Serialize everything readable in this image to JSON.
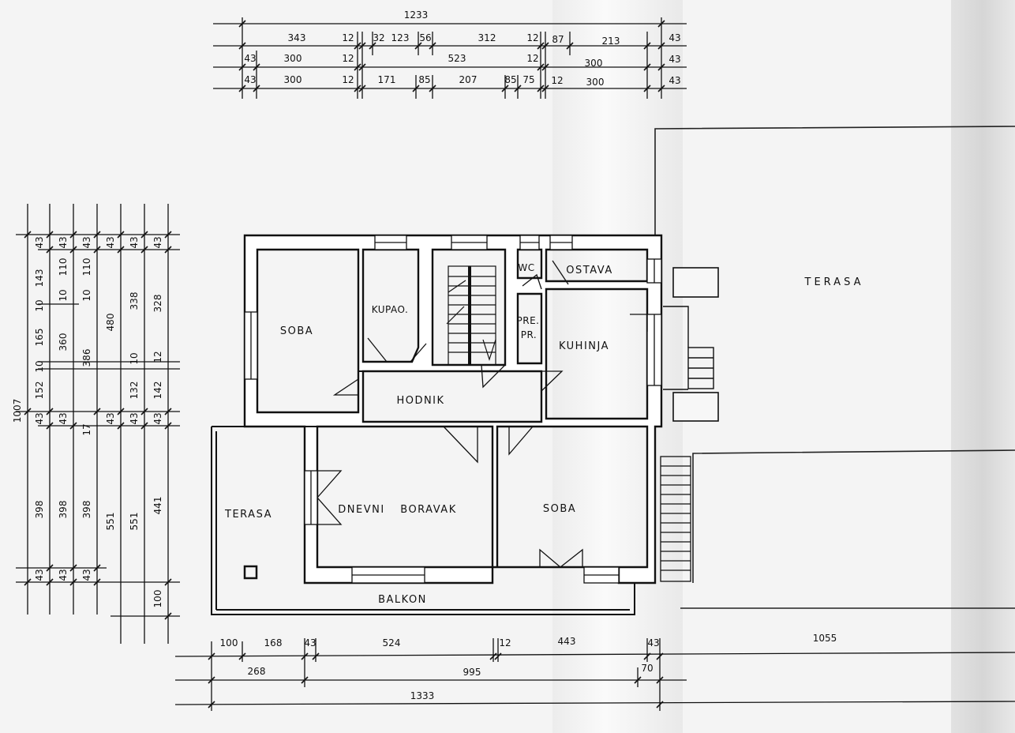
{
  "top_dimensions": {
    "overall": "1233",
    "row1": [
      "343",
      "12",
      "32",
      "123",
      "56",
      "312",
      "12",
      "87",
      "213",
      "43"
    ],
    "row2": [
      "43",
      "300",
      "12",
      "523",
      "12",
      "300",
      "43"
    ],
    "row3": [
      "43",
      "300",
      "12",
      "171",
      "85",
      "207",
      "85",
      "75",
      "12",
      "300",
      "43"
    ]
  },
  "left_dimensions": {
    "overall": "1007",
    "top_row": [
      "43",
      "43",
      "43",
      "43",
      "43",
      "43"
    ],
    "col1": [
      "143",
      "10",
      "165",
      "10",
      "152",
      "43",
      "398",
      "43"
    ],
    "col2": [
      "110",
      "10",
      "360",
      "43",
      "398",
      "43"
    ],
    "col3": [
      "110",
      "10",
      "386",
      "17",
      "398",
      "43"
    ],
    "col4": [
      "480",
      "43",
      "551"
    ],
    "col5": [
      "338",
      "10",
      "132",
      "43",
      "551"
    ],
    "col6": [
      "328",
      "12",
      "142",
      "43",
      "441",
      "100"
    ]
  },
  "bottom_dimensions": {
    "row1": [
      "100",
      "168",
      "43",
      "524",
      "12",
      "443",
      "43",
      "1055"
    ],
    "row2": [
      "268",
      "995",
      "70"
    ],
    "overall": "1333"
  },
  "rooms": {
    "soba_1": "SOBA",
    "kupaonica": "KUPAO.",
    "wc": "WC",
    "ostava": "OSTAVA",
    "predprostor": [
      "PRE.",
      "PR."
    ],
    "kuhinja": "KUHINJA",
    "hodnik": "HODNIK",
    "terasa_left": "TERASA",
    "dnevni_boravak": [
      "DNEVNI",
      "BORAVAK"
    ],
    "soba_2": "SOBA",
    "balkon": "BALKON",
    "terasa_right": "TERASA"
  }
}
